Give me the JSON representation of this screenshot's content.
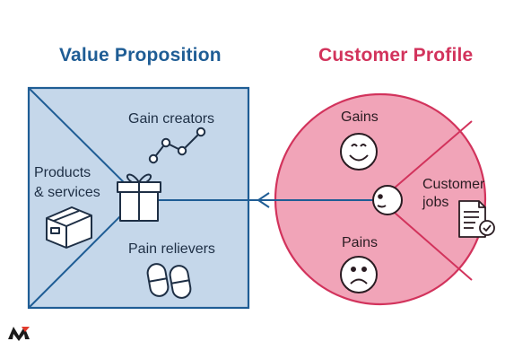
{
  "value_proposition": {
    "title": "Value Proposition",
    "gain_creators_label": "Gain creators",
    "products_services_label_line1": "Products",
    "products_services_label_line2": "& services",
    "pain_relievers_label": "Pain relievers",
    "gift_icon": "gift-icon",
    "box_icon": "package-box-icon",
    "chart_icon": "line-chart-icon",
    "pill_icon": "pills-icon"
  },
  "customer_profile": {
    "title": "Customer Profile",
    "gains_label": "Gains",
    "pains_label": "Pains",
    "customer_jobs_label_line1": "Customer",
    "customer_jobs_label_line2": "jobs",
    "happy_icon": "smiley-face-icon",
    "sad_icon": "sad-face-icon",
    "face_icon": "customer-face-icon",
    "jobs_icon": "checklist-document-icon"
  },
  "colors": {
    "vp_fill": "#c5d7ea",
    "vp_stroke": "#1f5d95",
    "cp_fill": "#f1a4b8",
    "cp_stroke": "#d2335c"
  }
}
